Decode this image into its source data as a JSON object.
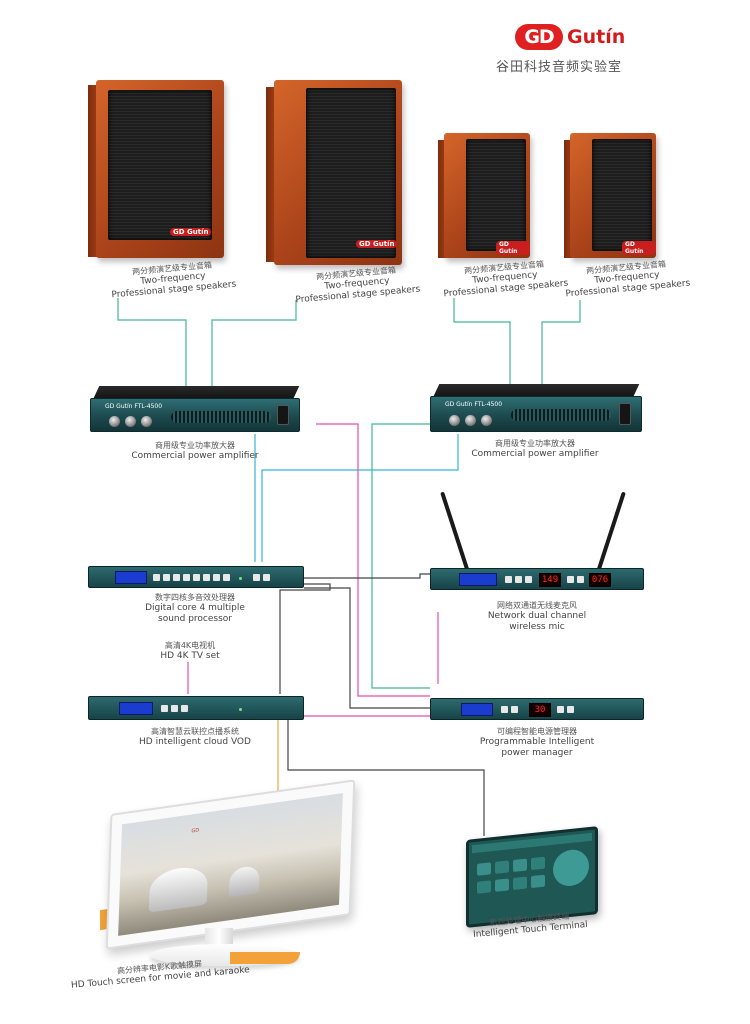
{
  "brand": {
    "logo_mark": "GD",
    "logo_word": "Gutín",
    "lab_title": "谷田科技音频实验室"
  },
  "speakers": [
    {
      "zh": "两分频演艺级专业音箱",
      "en1": "Two-frequency",
      "en2": "Professional stage speakers",
      "badge": "GD Gutín"
    },
    {
      "zh": "两分频演艺级专业音箱",
      "en1": "Two-frequency",
      "en2": "Professional stage speakers",
      "badge": "GD Gutín"
    },
    {
      "zh": "两分频演艺级专业音箱",
      "en1": "Two-frequency",
      "en2": "Professional stage speakers",
      "badge": "GD Gutín"
    },
    {
      "zh": "两分频演艺级专业音箱",
      "en1": "Two-frequency",
      "en2": "Professional stage speakers",
      "badge": "GD Gutín"
    }
  ],
  "amplifiers": [
    {
      "zh": "商用级专业功率放大器",
      "en": "Commercial power amplifier",
      "model": "GD Gutín  FTL-4500"
    },
    {
      "zh": "商用级专业功率放大器",
      "en": "Commercial power amplifier",
      "model": "GD Gutín  FTL-4500"
    }
  ],
  "processor": {
    "zh": "数字四核多音效处理器",
    "en1": "Digital core 4 multiple",
    "en2": "sound processor"
  },
  "tv": {
    "zh": "高清4K电视机",
    "en": "HD 4K TV set"
  },
  "mic": {
    "zh": "网络双通道无线麦克风",
    "en1": "Network dual channel",
    "en2": "wireless mic",
    "seg1": "149",
    "seg2": "076"
  },
  "vod": {
    "zh": "高清智慧云联控点播系统",
    "en": "HD intelligent cloud VOD"
  },
  "power_manager": {
    "zh": "可编程智能电源管理器",
    "en1": "Programmable Intelligent",
    "en2": "power manager",
    "seg": "30"
  },
  "monitor": {
    "zh": "高分辨率电影K歌触摸屏",
    "en": "HD Touch screen for movie and karaoke"
  },
  "terminal": {
    "zh": "影控处理中心触摸终端",
    "en": "Intelligent Touch Terminal"
  },
  "colors": {
    "green_wire": "#3fb98f",
    "cyan_wire": "#33b8d6",
    "magenta_wire": "#e04fb0",
    "dark_wire": "#444444",
    "orange_wire": "#f0a440",
    "brand_red": "#d21c1c"
  },
  "wires": [
    {
      "name": "green-wire-speaker1-amp1",
      "color": "green"
    },
    {
      "name": "green-wire-speaker2-amp1",
      "color": "green"
    },
    {
      "name": "green-wire-speaker3-amp2",
      "color": "green"
    },
    {
      "name": "green-wire-speaker4-amp2",
      "color": "green"
    },
    {
      "name": "cyan-wire-amp1-processor",
      "color": "cyan"
    },
    {
      "name": "cyan-wire-amp2-processor",
      "color": "cyan"
    },
    {
      "name": "magenta-wire-amp1-powermanager",
      "color": "magenta"
    },
    {
      "name": "green-wire-amp2-powermanager",
      "color": "green"
    },
    {
      "name": "dark-wire-processor-mic",
      "color": "dark"
    },
    {
      "name": "dark-wire-processor-powermanager",
      "color": "dark"
    },
    {
      "name": "magenta-wire-mic-powermanager",
      "color": "magenta"
    },
    {
      "name": "magenta-wire-tv-vod",
      "color": "magenta"
    },
    {
      "name": "magenta-wire-vod-powermanager",
      "color": "magenta"
    },
    {
      "name": "dark-wire-processor-vod",
      "color": "dark"
    },
    {
      "name": "orange-wire-vod-monitor",
      "color": "orange"
    },
    {
      "name": "dark-wire-vod-terminal",
      "color": "dark"
    }
  ]
}
